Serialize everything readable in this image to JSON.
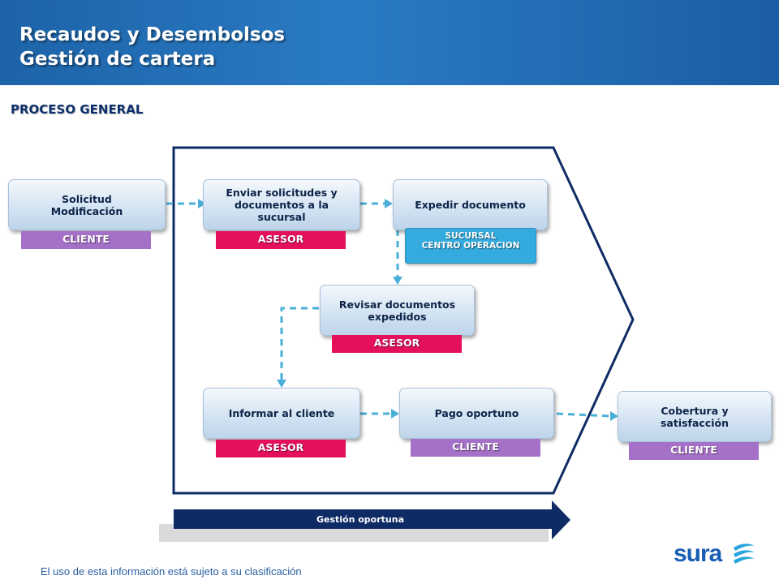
{
  "header": {
    "title_line1": "Recaudos y Desembolsos",
    "title_line2": "Gestión de cartera"
  },
  "section_title": "PROCESO GENERAL",
  "steps": {
    "solicitud": "Solicitud Modificación",
    "enviar": "Enviar solicitudes y documentos a la sucursal",
    "expedir": "Expedir documento",
    "revisar": "Revisar documentos expedidos",
    "informar": "Informar al cliente",
    "pago": "Pago oportuno",
    "cobertura": "Cobertura y satisfacción"
  },
  "roles": {
    "cliente": "CLIENTE",
    "asesor": "ASESOR",
    "sucursal_line1": "SUCURSAL",
    "sucursal_line2": "CENTRO OPERACION"
  },
  "timeline_label": "Gestión oportuna",
  "footer_text": "El uso de esta información está sujeto a su clasificación",
  "logo_text": "sura",
  "colors": {
    "header_blue": "#1d63a8",
    "cliente_purple": "#a570c8",
    "asesor_pink": "#e4105c",
    "sucursal_cyan": "#33abdf",
    "arrow_navy": "#0e2b66",
    "connector_cyan": "#4ab0d9"
  }
}
